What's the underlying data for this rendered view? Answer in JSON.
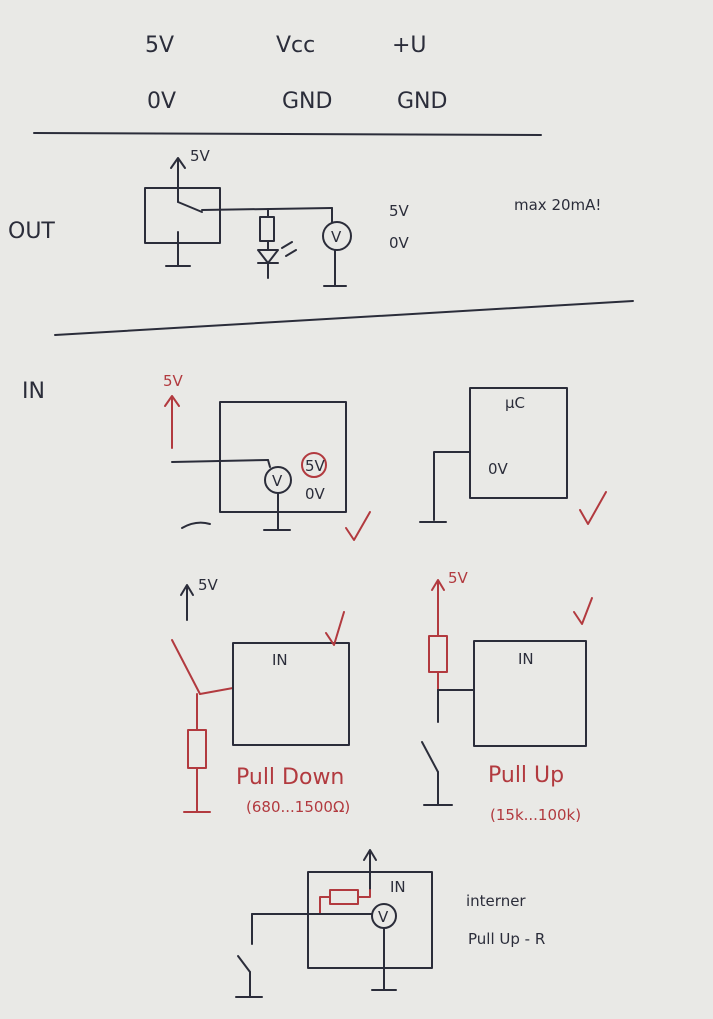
{
  "header": {
    "row1": [
      "5V",
      "Vcc",
      "+U"
    ],
    "row2": [
      "0V",
      "GND",
      "GND"
    ]
  },
  "out_section": {
    "label": "OUT",
    "supply": "5V",
    "meter": "V",
    "state_high": "5V",
    "state_low": "0V",
    "warning": "max 20mA!"
  },
  "in_section": {
    "label": "IN",
    "supply_label": "5V",
    "meter": "V",
    "circled_value": "5V",
    "low_value": "0V",
    "mcu_label": "μC",
    "mcu_value": "0V",
    "pulldown": {
      "supply": "5V",
      "box_label": "IN",
      "title": "Pull Down",
      "range": "(680...1500Ω)"
    },
    "pullup": {
      "supply": "5V",
      "box_label": "IN",
      "title": "Pull Up",
      "range": "(15k...100k)"
    },
    "internal": {
      "box_label": "IN",
      "meter": "V",
      "note_line1": "interner",
      "note_line2": "Pull Up - R"
    }
  },
  "colors": {
    "ink": "#2b2d3a",
    "red": "#b23a3f",
    "paper": "#e9e9e6"
  }
}
